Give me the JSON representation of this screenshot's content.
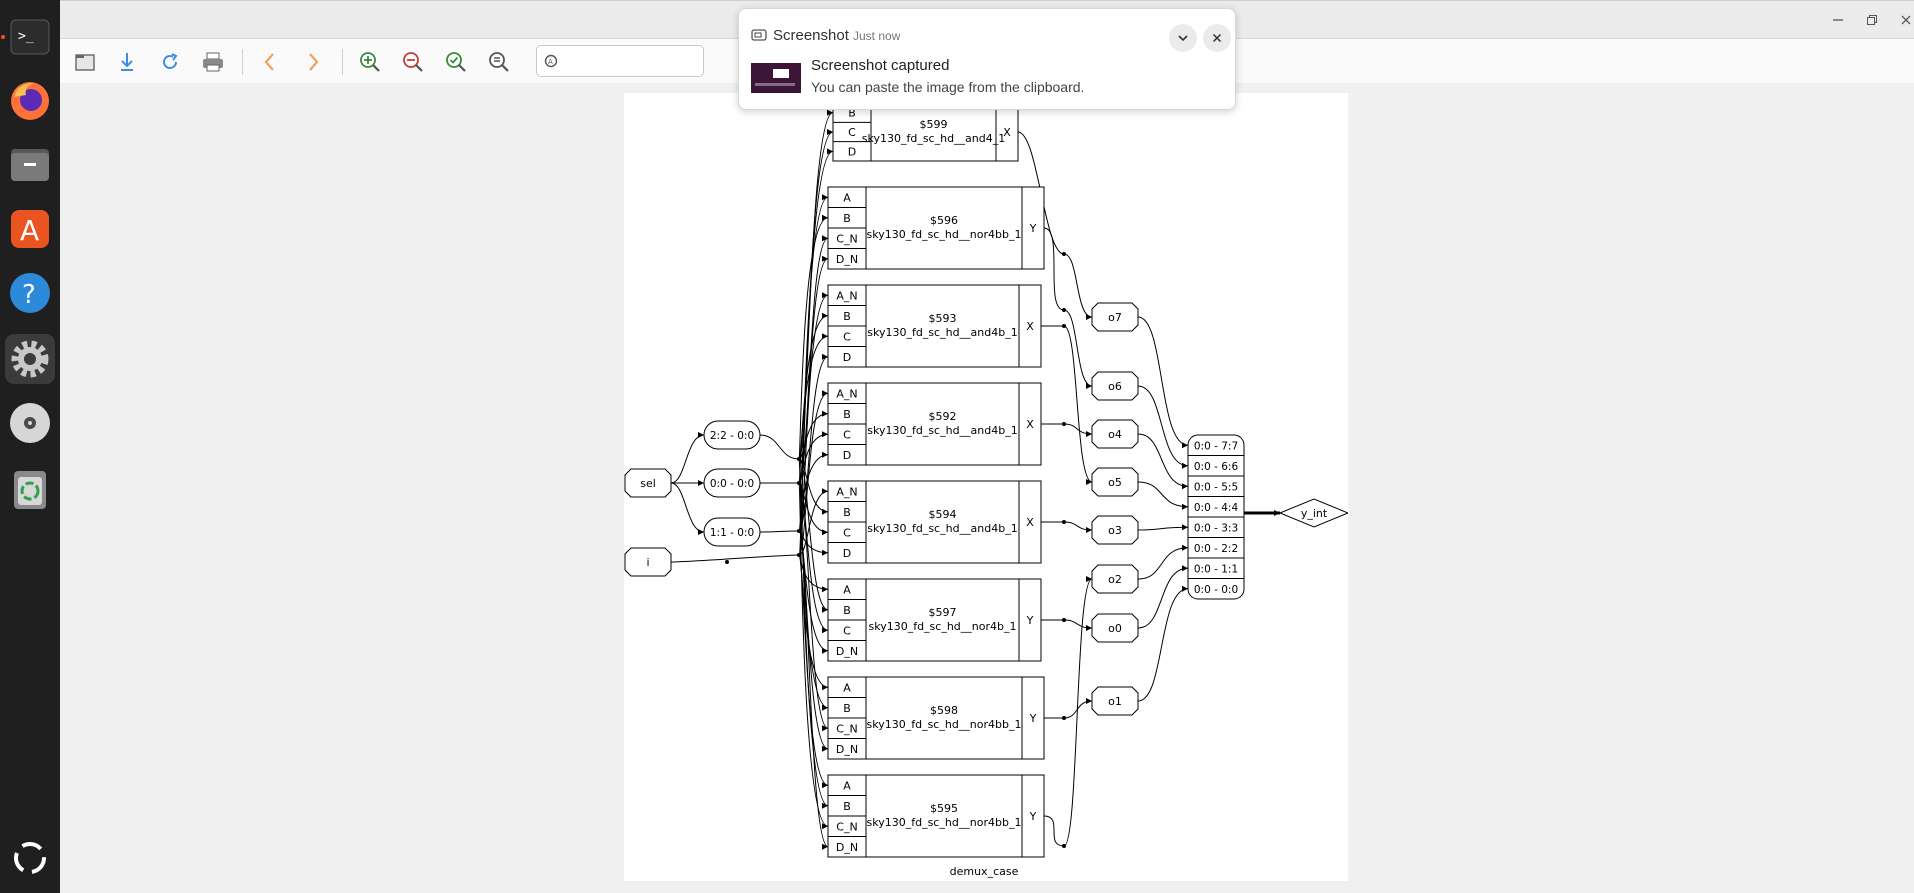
{
  "dock": {
    "items": [
      {
        "name": "Terminal",
        "icon": "terminal-icon",
        "running": true,
        "active": false
      },
      {
        "name": "Firefox",
        "icon": "firefox-icon",
        "running": false,
        "active": false
      },
      {
        "name": "Files",
        "icon": "files-icon",
        "running": false,
        "active": false
      },
      {
        "name": "App Center",
        "icon": "app-center-icon",
        "running": false,
        "active": false
      },
      {
        "name": "Help",
        "icon": "help-icon",
        "running": false,
        "active": false
      },
      {
        "name": "Settings",
        "icon": "settings-icon",
        "running": false,
        "active": true
      },
      {
        "name": "Disc",
        "icon": "disc-icon",
        "running": false,
        "active": false
      },
      {
        "name": "Trash",
        "icon": "trash-icon",
        "running": false,
        "active": false
      },
      {
        "name": "Show Apps",
        "icon": "show-apps-icon",
        "running": false,
        "active": false
      }
    ]
  },
  "toolbar": {
    "buttons": [
      "open-icon",
      "save-icon",
      "reload-icon",
      "print-icon",
      "back-icon",
      "forward-icon",
      "zoom-in-icon",
      "zoom-out-icon",
      "zoom-fit-icon",
      "zoom-original-icon"
    ],
    "search_value": "",
    "search_placeholder": ""
  },
  "notification": {
    "app": "Screenshot",
    "time": "Just now",
    "title": "Screenshot captured",
    "body": "You can paste the image from the clipboard."
  },
  "diagram": {
    "title": "demux_case",
    "inputs": [
      "sel",
      "i"
    ],
    "output": "y_int",
    "slices": [
      "2:2 - 0:0",
      "0:0 - 0:0",
      "1:1 - 0:0"
    ],
    "cells": [
      {
        "id": "$599",
        "type": "sky130_fd_sc_hd__and4_1",
        "ports": [
          "B",
          "C",
          "D"
        ],
        "out": "X"
      },
      {
        "id": "$596",
        "type": "sky130_fd_sc_hd__nor4bb_1",
        "ports": [
          "A",
          "B",
          "C_N",
          "D_N"
        ],
        "out": "Y"
      },
      {
        "id": "$593",
        "type": "sky130_fd_sc_hd__and4b_1",
        "ports": [
          "A_N",
          "B",
          "C",
          "D"
        ],
        "out": "X"
      },
      {
        "id": "$592",
        "type": "sky130_fd_sc_hd__and4b_1",
        "ports": [
          "A_N",
          "B",
          "C",
          "D"
        ],
        "out": "X"
      },
      {
        "id": "$594",
        "type": "sky130_fd_sc_hd__and4b_1",
        "ports": [
          "A_N",
          "B",
          "C",
          "D"
        ],
        "out": "X"
      },
      {
        "id": "$597",
        "type": "sky130_fd_sc_hd__nor4b_1",
        "ports": [
          "A",
          "B",
          "C",
          "D_N"
        ],
        "out": "Y"
      },
      {
        "id": "$598",
        "type": "sky130_fd_sc_hd__nor4bb_1",
        "ports": [
          "A",
          "B",
          "C_N",
          "D_N"
        ],
        "out": "Y"
      },
      {
        "id": "$595",
        "type": "sky130_fd_sc_hd__nor4bb_1",
        "ports": [
          "A",
          "B",
          "C_N",
          "D_N"
        ],
        "out": "Y"
      }
    ],
    "nets": [
      "o7",
      "o6",
      "o4",
      "o5",
      "o3",
      "o2",
      "o0",
      "o1"
    ],
    "concat": [
      "0:0 - 7:7",
      "0:0 - 6:6",
      "0:0 - 5:5",
      "0:0 - 4:4",
      "0:0 - 3:3",
      "0:0 - 2:2",
      "0:0 - 1:1",
      "0:0 - 0:0"
    ]
  }
}
